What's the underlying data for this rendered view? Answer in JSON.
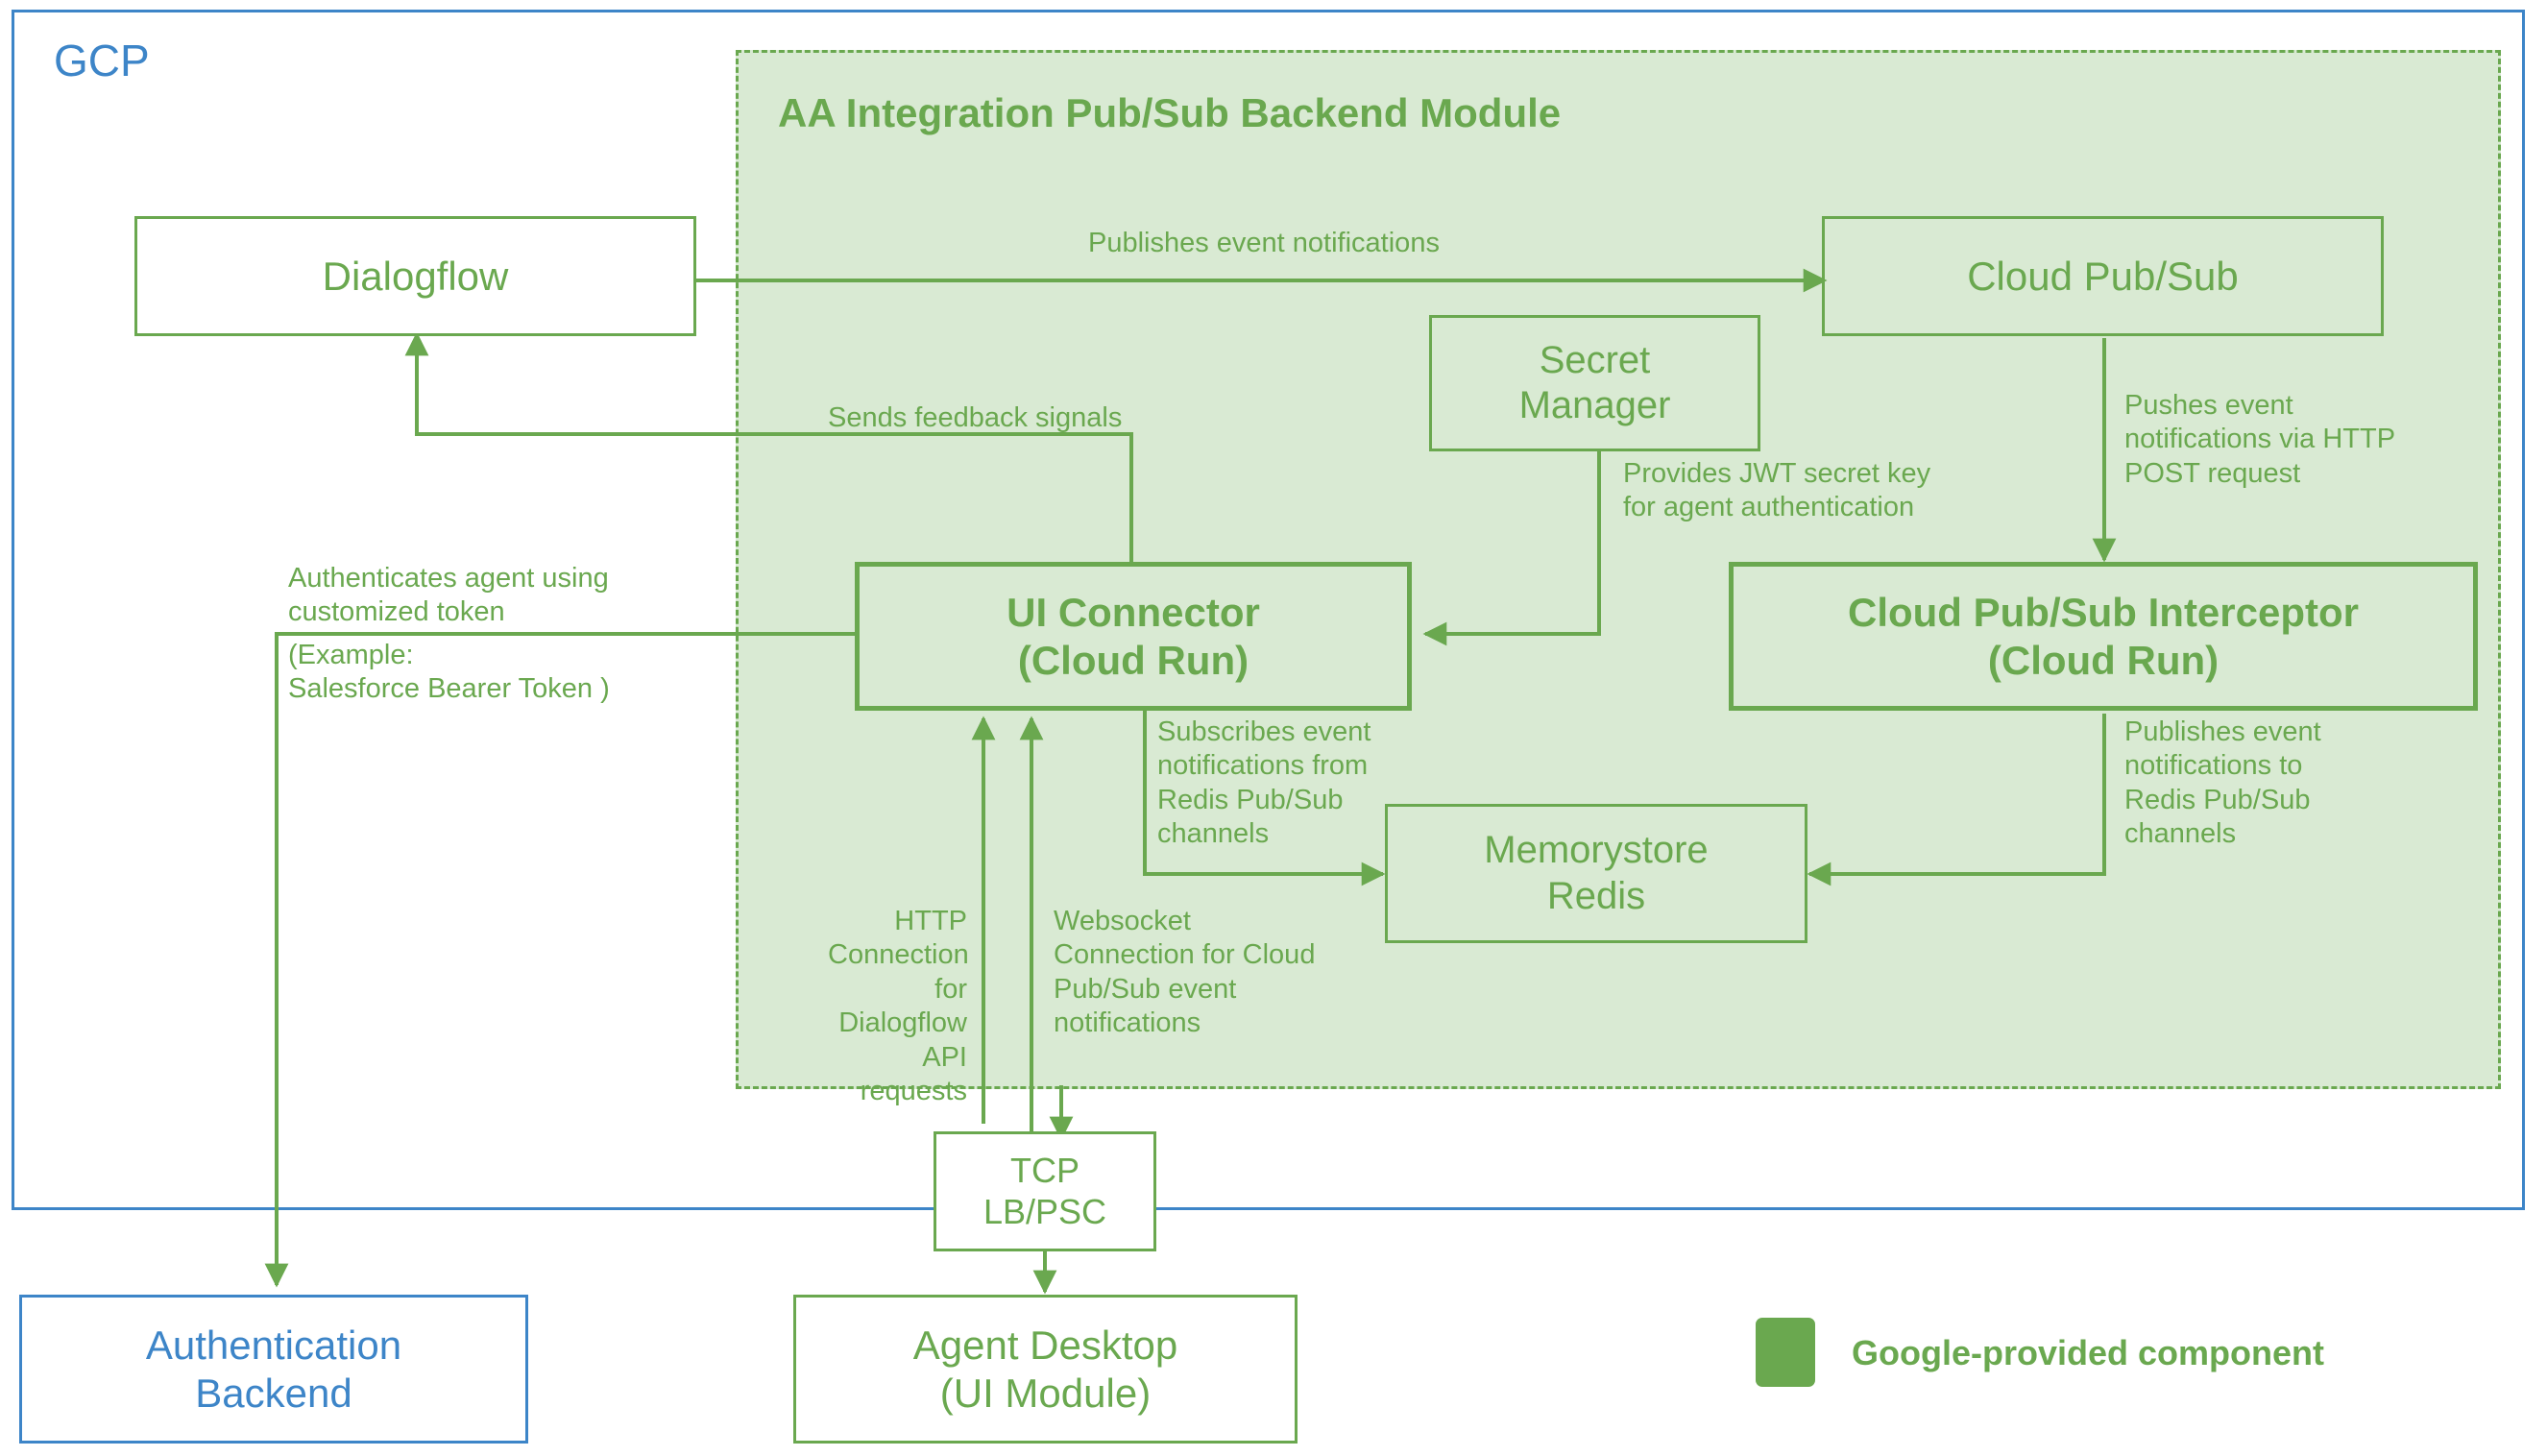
{
  "diagram": {
    "title_gcp": "GCP",
    "module_title": "AA Integration Pub/Sub Backend Module",
    "colors": {
      "green_stroke": "#6aa84f",
      "green_fill": "#d9ead3",
      "blue_stroke": "#3d85c8",
      "white": "#ffffff"
    }
  },
  "nodes": {
    "dialogflow": "Dialogflow",
    "cloud_pubsub": "Cloud Pub/Sub",
    "secret_manager": "Secret\nManager",
    "ui_connector": "UI Connector\n(Cloud Run)",
    "pubsub_interceptor": "Cloud Pub/Sub Interceptor\n(Cloud Run)",
    "memorystore_redis": "Memorystore\nRedis",
    "tcp_lb_psc": "TCP\nLB/PSC",
    "agent_desktop": "Agent Desktop\n(UI Module)",
    "auth_backend": "Authentication\nBackend"
  },
  "edge_labels": {
    "publishes_event_notifications": "Publishes event notifications",
    "sends_feedback_signals": "Sends feedback signals",
    "provides_jwt": "Provides JWT secret key\nfor agent authentication",
    "pushes_event_http_post": "Pushes event\nnotifications via HTTP\nPOST request",
    "authenticates_agent": "Authenticates agent using\ncustomized token",
    "authenticates_example": "(Example:\nSalesforce Bearer Token )",
    "subscribes_event": "Subscribes event\nnotifications from\nRedis Pub/Sub\nchannels",
    "publishes_to_redis": "Publishes event\nnotifications to\nRedis Pub/Sub\nchannels",
    "http_connection": "HTTP\nConnection for\nDialogflow API\nrequests",
    "websocket_connection": "Websocket\nConnection for Cloud\nPub/Sub event\nnotifications"
  },
  "legend": {
    "label": "Google-provided component"
  }
}
